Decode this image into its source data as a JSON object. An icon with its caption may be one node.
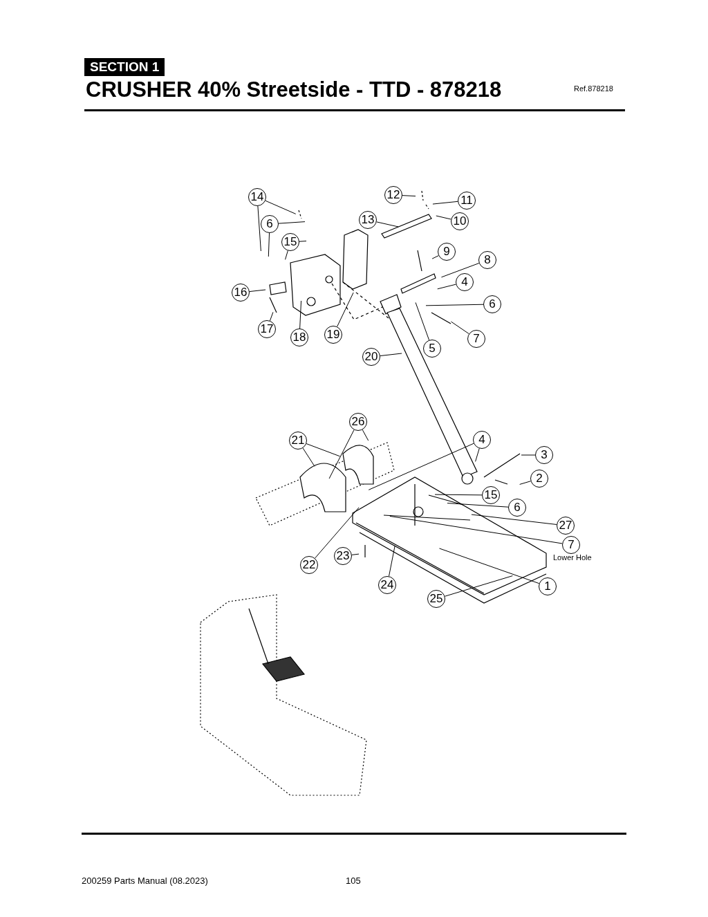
{
  "diagram": {
    "title": "CRUSHER 40% Streetside - TTD - 878218",
    "nodes": [
      {
        "text": [
          "14"
        ]
      },
      {
        "text": [
          "12"
        ]
      },
      {
        "text": [
          "11"
        ]
      },
      {
        "text": [
          "6"
        ]
      },
      {
        "text": [
          "13"
        ]
      },
      {
        "text": [
          "10"
        ]
      },
      {
        "text": [
          "15"
        ]
      },
      {
        "text": [
          "9"
        ]
      },
      {
        "text": [
          "8"
        ]
      },
      {
        "text": [
          "4"
        ]
      },
      {
        "text": [
          "16"
        ]
      },
      {
        "text": [
          "6"
        ]
      },
      {
        "text": [
          "17"
        ]
      },
      {
        "text": [
          "18"
        ]
      },
      {
        "text": [
          "19"
        ]
      },
      {
        "text": [
          "5"
        ]
      },
      {
        "text": [
          "7"
        ]
      },
      {
        "text": [
          "20"
        ]
      },
      {
        "text": [
          "26"
        ]
      },
      {
        "text": [
          "21"
        ]
      },
      {
        "text": [
          "4"
        ]
      },
      {
        "text": [
          "3"
        ]
      },
      {
        "text": [
          "2"
        ]
      },
      {
        "text": [
          "15"
        ]
      },
      {
        "text": [
          "6"
        ]
      },
      {
        "text": [
          "27"
        ]
      },
      {
        "text": [
          "7"
        ],
        "beside": [
          "Lower Hole"
        ]
      },
      {
        "text": [
          "23"
        ]
      },
      {
        "text": [
          "22"
        ]
      },
      {
        "text": [
          "24"
        ]
      },
      {
        "text": [
          "1"
        ]
      },
      {
        "text": [
          "25"
        ]
      }
    ],
    "edges": [
      {
        "from": 0,
        "to": null,
        "arrow": "none"
      },
      {
        "from": 0,
        "to": null,
        "arrow": "none"
      },
      {
        "from": 1,
        "to": null,
        "arrow": "none"
      },
      {
        "from": 2,
        "to": null,
        "arrow": "none"
      },
      {
        "from": 3,
        "to": null,
        "arrow": "none"
      },
      {
        "from": 3,
        "to": null,
        "arrow": "none"
      },
      {
        "from": 4,
        "to": null,
        "arrow": "none"
      },
      {
        "from": 5,
        "to": null,
        "arrow": "none"
      },
      {
        "from": 6,
        "to": null,
        "arrow": "none"
      },
      {
        "from": 6,
        "to": null,
        "arrow": "none"
      },
      {
        "from": 7,
        "to": null,
        "arrow": "none"
      },
      {
        "from": 8,
        "to": null,
        "arrow": "none"
      },
      {
        "from": 9,
        "to": null,
        "arrow": "none"
      },
      {
        "from": 10,
        "to": null,
        "arrow": "none"
      },
      {
        "from": 11,
        "to": null,
        "arrow": "none"
      },
      {
        "from": 12,
        "to": null,
        "arrow": "none"
      },
      {
        "from": 13,
        "to": null,
        "arrow": "none"
      },
      {
        "from": 14,
        "to": null,
        "arrow": "none"
      },
      {
        "from": 15,
        "to": null,
        "arrow": "none"
      },
      {
        "from": 16,
        "to": null,
        "arrow": "none"
      },
      {
        "from": 17,
        "to": null,
        "arrow": "none"
      },
      {
        "from": 18,
        "to": null,
        "arrow": "none"
      },
      {
        "from": 18,
        "to": null,
        "arrow": "none"
      },
      {
        "from": 19,
        "to": null,
        "arrow": "none"
      },
      {
        "from": 19,
        "to": null,
        "arrow": "none"
      },
      {
        "from": 20,
        "to": null,
        "arrow": "none"
      },
      {
        "from": 20,
        "to": null,
        "arrow": "none"
      },
      {
        "from": 21,
        "to": null,
        "arrow": "none"
      },
      {
        "from": 22,
        "to": null,
        "arrow": "none"
      },
      {
        "from": 23,
        "to": null,
        "arrow": "none"
      },
      {
        "from": 24,
        "to": null,
        "arrow": "none"
      },
      {
        "from": 25,
        "to": null,
        "arrow": "none"
      },
      {
        "from": 26,
        "to": null,
        "arrow": "none"
      },
      {
        "from": 27,
        "to": null,
        "arrow": "none"
      },
      {
        "from": 28,
        "to": null,
        "arrow": "none"
      },
      {
        "from": 29,
        "to": null,
        "arrow": "none"
      },
      {
        "from": 30,
        "to": null,
        "arrow": "none"
      },
      {
        "from": 31,
        "to": null,
        "arrow": "none"
      }
    ],
    "labels": [
      "SECTION 1",
      "Ref.878218",
      "200259 Parts Manual (08.2023)",
      "105"
    ]
  }
}
